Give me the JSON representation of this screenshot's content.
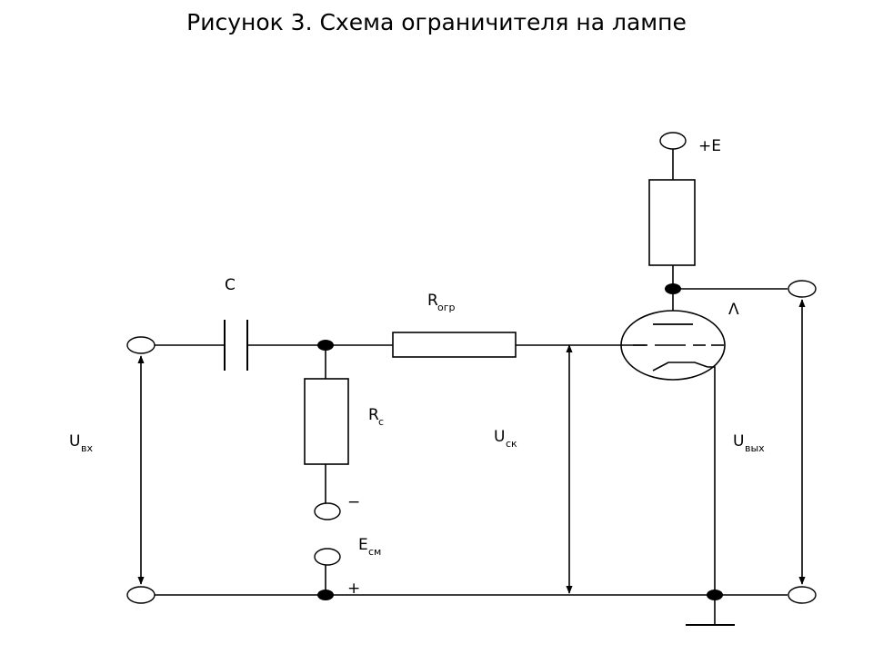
{
  "title": "Рисунок 3.   Схема ограничителя на лампе",
  "labels": {
    "capacitor": "C",
    "r_limit": "R",
    "r_limit_sub": "огр",
    "r_grid": "R",
    "r_grid_sub": "с",
    "u_in": "U",
    "u_in_sub": "вх",
    "u_grid": "U",
    "u_grid_sub": "ск",
    "u_out": "U",
    "u_out_sub": "вых",
    "supply": "+E",
    "tube": "Λ",
    "bias": "E",
    "bias_sub": "см",
    "bias_minus": "−",
    "bias_plus": "+"
  }
}
